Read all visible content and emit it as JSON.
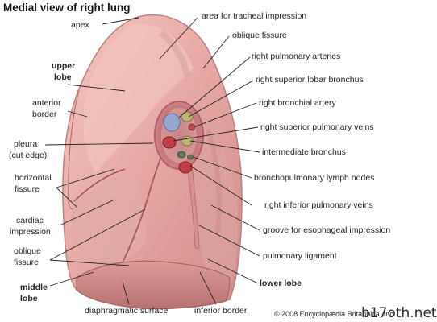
{
  "title": "Medial view of right lung",
  "labels_right": {
    "area_tracheal": "area for tracheal impression",
    "oblique_fissure_top": "oblique fissure",
    "pulm_arteries": "right pulmonary arteries",
    "sup_lobar_bronchus": "right superior lobar bronchus",
    "bronchial_artery": "right bronchial artery",
    "sup_pulm_veins": "right superior pulmonary veins",
    "intermediate_bronchus": "intermediate bronchus",
    "lymph_nodes": "bronchopulmonary lymph nodes",
    "inf_pulm_veins": "right inferior pulmonary veins",
    "esophageal_groove": "groove for esophageal impression",
    "pulm_ligament": "pulmonary ligament",
    "lower_lobe": "lower lobe"
  },
  "labels_left": {
    "apex": "apex",
    "upper_lobe_1": "upper",
    "upper_lobe_2": "lobe",
    "anterior_border_1": "anterior",
    "anterior_border_2": "border",
    "pleura_1": "pleura",
    "pleura_2": "(cut edge)",
    "horizontal_fissure_1": "horizontal",
    "horizontal_fissure_2": "fissure",
    "cardiac_impression_1": "cardiac",
    "cardiac_impression_2": "impression",
    "oblique_fissure_1": "oblique",
    "oblique_fissure_2": "fissure",
    "middle_lobe_1": "middle",
    "middle_lobe_2": "lobe"
  },
  "labels_bottom": {
    "diaphragmatic_surface": "diaphragmatic surface",
    "inferior_border": "inferior border"
  },
  "copyright": "© 2008 Encyclopædia Britannica, Inc.",
  "watermark": "b17oth.net",
  "colors": {
    "lung_base": "#e8aaa6",
    "lung_shadow": "#c98585",
    "lung_highlight": "#f6d2cd",
    "artery_blue": "#8fa7cc",
    "bronchus_olive": "#b8ac6a",
    "vein_red": "#c4434d",
    "lymph_green": "#5e7a55",
    "leader_line": "#222222"
  }
}
